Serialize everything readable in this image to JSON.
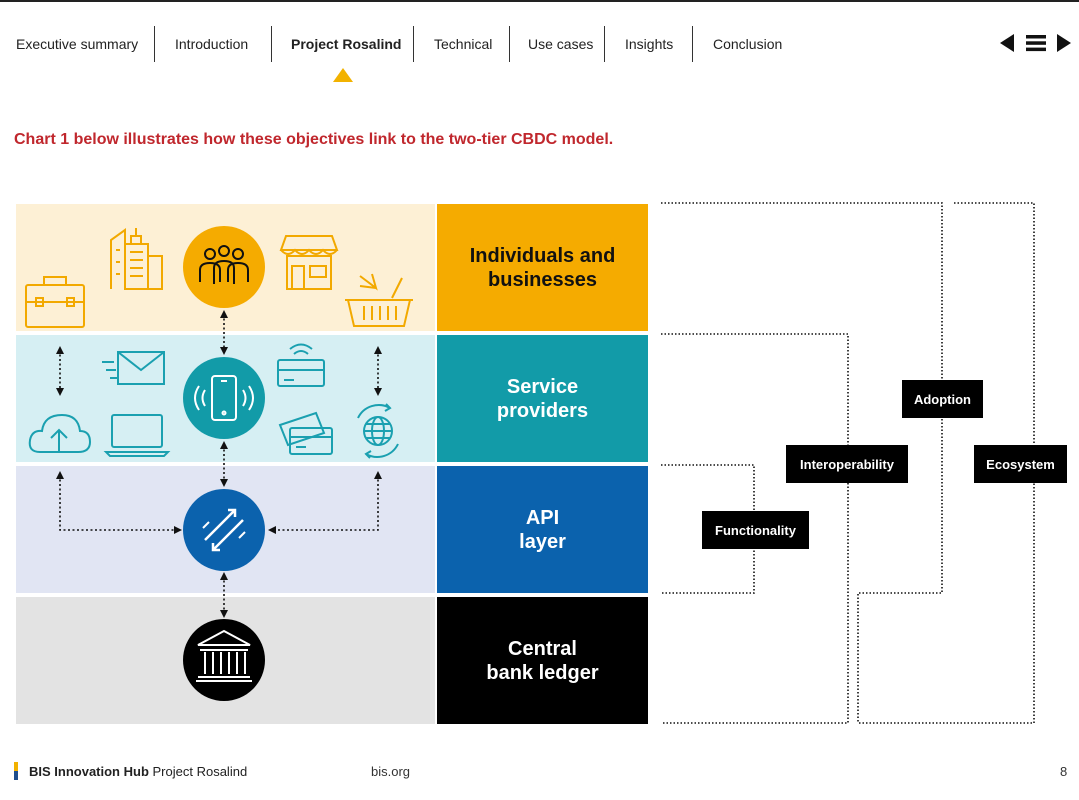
{
  "nav": {
    "tabs": [
      {
        "label": "Executive summary"
      },
      {
        "label": "Introduction"
      },
      {
        "label": "Project Rosalind"
      },
      {
        "label": "Technical"
      },
      {
        "label": "Use cases"
      },
      {
        "label": "Insights"
      },
      {
        "label": "Conclusion"
      }
    ],
    "active_tab": "Project Rosalind",
    "controls": [
      "prev-arrow-icon",
      "menu-icon",
      "next-arrow-icon"
    ]
  },
  "intro_text": "Chart 1 below illustrates how these objectives link to the two-tier CBDC model.",
  "diagram": {
    "layers": [
      {
        "label_line1": "Individuals and",
        "label_line2": "businesses",
        "label_color": "#f5ab00",
        "band_color": "#fdf0d5",
        "text_color": "#111111",
        "icons": [
          "briefcase-icon",
          "buildings-icon",
          "people-icon",
          "storefront-icon",
          "shopping-basket-icon"
        ]
      },
      {
        "label_line1": "Service",
        "label_line2": "providers",
        "label_color": "#129ba8",
        "band_color": "#d6eff3",
        "text_color": "#ffffff",
        "icons": [
          "cloud-upload-icon",
          "email-icon",
          "laptop-icon",
          "smartphone-icon",
          "payment-card-icon",
          "cards-icon",
          "globe-icon"
        ]
      },
      {
        "label_line1": "API",
        "label_line2": "layer",
        "label_color": "#0b62ad",
        "band_color": "#e1e5f3",
        "text_color": "#ffffff",
        "icons": [
          "api-exchange-icon"
        ]
      },
      {
        "label_line1": "Central",
        "label_line2": "bank ledger",
        "label_color": "#000000",
        "band_color": "#e3e3e3",
        "text_color": "#ffffff",
        "icons": [
          "central-bank-icon"
        ]
      }
    ],
    "objectives": [
      "Functionality",
      "Interoperability",
      "Adoption",
      "Ecosystem"
    ]
  },
  "footer": {
    "org": "BIS Innovation Hub",
    "project": "Project Rosalind",
    "url": "bis.org",
    "page": "8"
  }
}
